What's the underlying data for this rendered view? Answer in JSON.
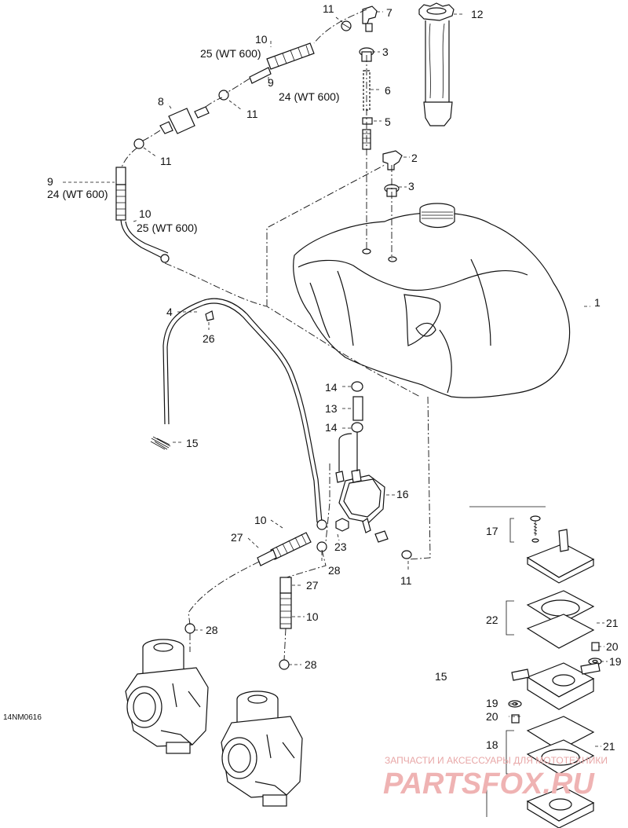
{
  "diagram_code": "14NM0616",
  "callouts": [
    {
      "id": "c1",
      "num": "1"
    },
    {
      "id": "c2",
      "num": "2"
    },
    {
      "id": "c3a",
      "num": "3"
    },
    {
      "id": "c3b",
      "num": "3"
    },
    {
      "id": "c4",
      "num": "4"
    },
    {
      "id": "c5",
      "num": "5"
    },
    {
      "id": "c6",
      "num": "6"
    },
    {
      "id": "c7",
      "num": "7"
    },
    {
      "id": "c8",
      "num": "8"
    },
    {
      "id": "c9a",
      "num": "9",
      "sub": "24 (WT 600)"
    },
    {
      "id": "c9b",
      "num": "9",
      "sub": "24 (WT 600)"
    },
    {
      "id": "c10a",
      "num": "10",
      "sub": "25 (WT 600)"
    },
    {
      "id": "c10b",
      "num": "10",
      "sub": "25 (WT 600)"
    },
    {
      "id": "c10c",
      "num": "10"
    },
    {
      "id": "c10d",
      "num": "10"
    },
    {
      "id": "c11a",
      "num": "11"
    },
    {
      "id": "c11b",
      "num": "11"
    },
    {
      "id": "c11c",
      "num": "11"
    },
    {
      "id": "c11d",
      "num": "11"
    },
    {
      "id": "c12",
      "num": "12"
    },
    {
      "id": "c13",
      "num": "13"
    },
    {
      "id": "c14a",
      "num": "14"
    },
    {
      "id": "c14b",
      "num": "14"
    },
    {
      "id": "c15a",
      "num": "15"
    },
    {
      "id": "c15b",
      "num": "15"
    },
    {
      "id": "c16",
      "num": "16"
    },
    {
      "id": "c17",
      "num": "17"
    },
    {
      "id": "c18",
      "num": "18"
    },
    {
      "id": "c19a",
      "num": "19"
    },
    {
      "id": "c19b",
      "num": "19"
    },
    {
      "id": "c20a",
      "num": "20"
    },
    {
      "id": "c20b",
      "num": "20"
    },
    {
      "id": "c21a",
      "num": "21"
    },
    {
      "id": "c21b",
      "num": "21"
    },
    {
      "id": "c22",
      "num": "22"
    },
    {
      "id": "c23",
      "num": "23"
    },
    {
      "id": "c26",
      "num": "26"
    },
    {
      "id": "c27a",
      "num": "27"
    },
    {
      "id": "c27b",
      "num": "27"
    },
    {
      "id": "c28a",
      "num": "28"
    },
    {
      "id": "c28b",
      "num": "28"
    },
    {
      "id": "c28c",
      "num": "28"
    }
  ],
  "watermark": {
    "tagline": "ЗАПЧАСТИ И АКСЕССУАРЫ ДЛЯ МОТОТЕХНИКИ",
    "brand": "PARTSFOX.RU",
    "color": "#e8a7a7"
  }
}
